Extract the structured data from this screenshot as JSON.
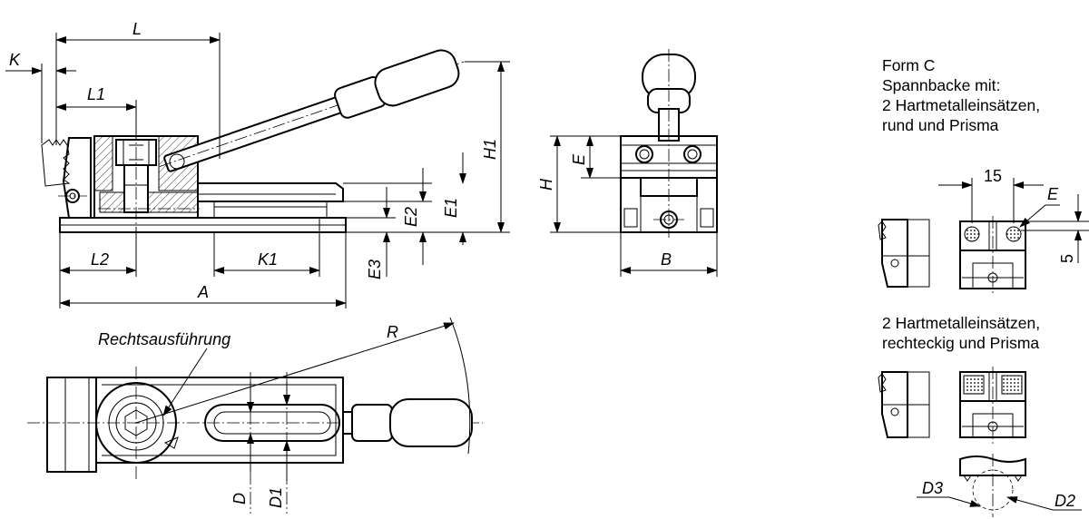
{
  "dimensions": {
    "L": "L",
    "K": "K",
    "L1": "L1",
    "L2": "L2",
    "K1": "K1",
    "A": "A",
    "H": "H",
    "H1": "H1",
    "E": "E",
    "E1": "E1",
    "E2": "E2",
    "E3": "E3",
    "B": "B",
    "R": "R",
    "D": "D",
    "D1": "D1",
    "D2": "D2",
    "D3": "D3",
    "detail_width": "15",
    "detail_E": "E",
    "detail_height": "5"
  },
  "top_view": {
    "label": "Rechtsausführung"
  },
  "form_c": {
    "title_line1": "Form C",
    "title_line2": "Spannbacke mit:",
    "title_line3": "2 Hartmetalleinsätzen,",
    "title_line4": "rund und Prisma",
    "variant2_line1": "2 Hartmetalleinsätzen,",
    "variant2_line2": "rechteckig und Prisma"
  }
}
